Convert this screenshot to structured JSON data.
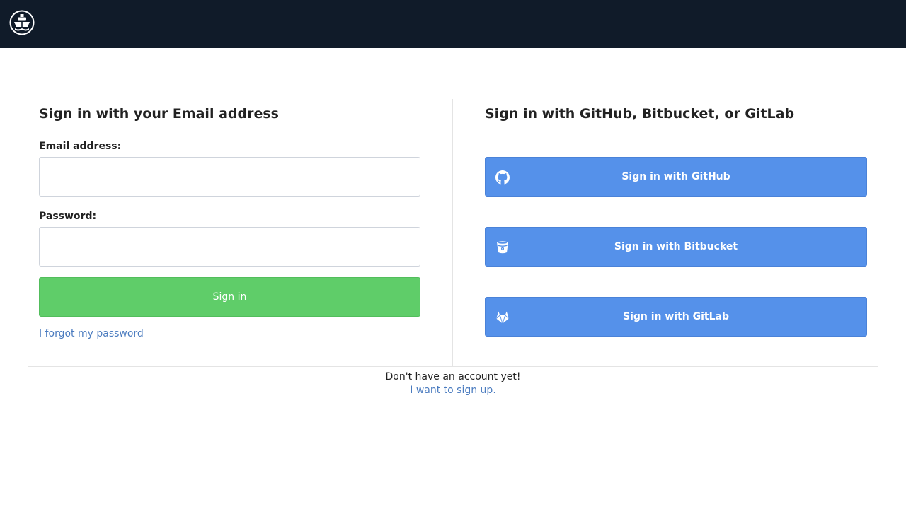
{
  "header": {
    "logo_icon": "ship-logo-icon",
    "background": "#101b29"
  },
  "email_signin": {
    "heading": "Sign in with your Email address",
    "email_label": "Email address:",
    "email_value": "",
    "password_label": "Password:",
    "password_value": "",
    "submit_label": "Sign in",
    "forgot_link": "I forgot my password",
    "submit_color": "#5fcd69"
  },
  "oauth_signin": {
    "heading": "Sign in with GitHub, Bitbucket, or GitLab",
    "button_color": "#5591ea",
    "buttons": [
      {
        "label": "Sign in with GitHub",
        "icon": "github-icon"
      },
      {
        "label": "Sign in with Bitbucket",
        "icon": "bitbucket-icon"
      },
      {
        "label": "Sign in with GitLab",
        "icon": "gitlab-icon"
      }
    ]
  },
  "footer": {
    "no_account_text": "Don't have an account yet!",
    "signup_link": "I want to sign up.",
    "link_color": "#4a7bbf"
  }
}
